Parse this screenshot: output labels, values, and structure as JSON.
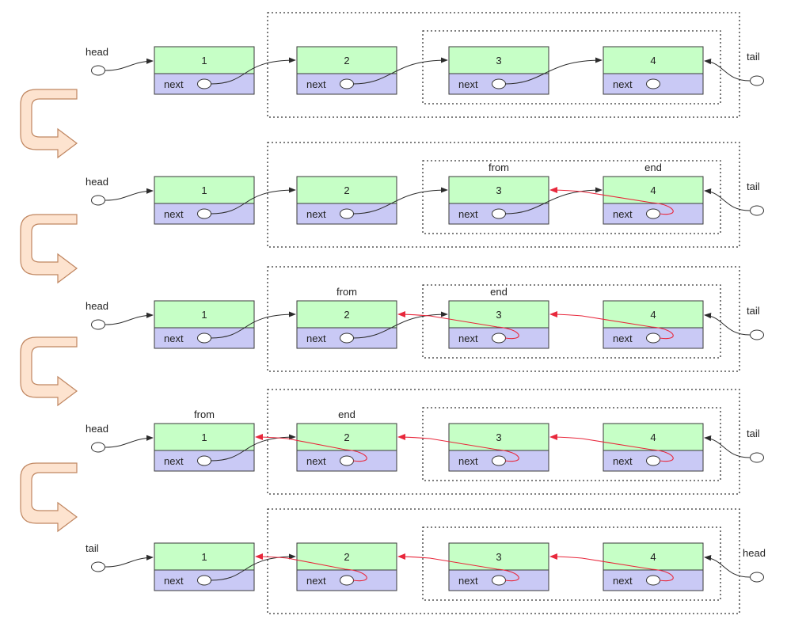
{
  "colors": {
    "node_value_fill": "#c6ffc6",
    "node_next_fill": "#c9c9f5",
    "node_border": "#3a3a3a",
    "link": "#2b2b2b",
    "reversed_link": "#e8283c",
    "turn_arrow_fill": "#fde3cf",
    "turn_arrow_stroke": "#c08660"
  },
  "icons": {
    "turn_arrow": "u-turn-arrow-icon"
  },
  "next_label": "next",
  "rows": [
    {
      "left_pointer": "head",
      "right_pointer": "tail",
      "nodes": [
        "1",
        "2",
        "3",
        "4"
      ],
      "markers": [],
      "reversed": []
    },
    {
      "left_pointer": "head",
      "right_pointer": "tail",
      "nodes": [
        "1",
        "2",
        "3",
        "4"
      ],
      "markers": [
        {
          "label": "from",
          "node": 2
        },
        {
          "label": "end",
          "node": 3
        }
      ],
      "reversed": [
        {
          "from_node": 3,
          "to_node": 2
        }
      ]
    },
    {
      "left_pointer": "head",
      "right_pointer": "tail",
      "nodes": [
        "1",
        "2",
        "3",
        "4"
      ],
      "markers": [
        {
          "label": "from",
          "node": 1
        },
        {
          "label": "end",
          "node": 2
        }
      ],
      "reversed": [
        {
          "from_node": 2,
          "to_node": 1
        },
        {
          "from_node": 3,
          "to_node": 2
        }
      ]
    },
    {
      "left_pointer": "head",
      "right_pointer": "tail",
      "nodes": [
        "1",
        "2",
        "3",
        "4"
      ],
      "markers": [
        {
          "label": "from",
          "node": 0
        },
        {
          "label": "end",
          "node": 1
        }
      ],
      "reversed": [
        {
          "from_node": 1,
          "to_node": 0
        },
        {
          "from_node": 2,
          "to_node": 1
        },
        {
          "from_node": 3,
          "to_node": 2
        }
      ]
    },
    {
      "left_pointer": "tail",
      "right_pointer": "head",
      "nodes": [
        "1",
        "2",
        "3",
        "4"
      ],
      "markers": [],
      "reversed": [
        {
          "from_node": 1,
          "to_node": 0
        },
        {
          "from_node": 2,
          "to_node": 1
        },
        {
          "from_node": 3,
          "to_node": 2
        }
      ]
    }
  ]
}
